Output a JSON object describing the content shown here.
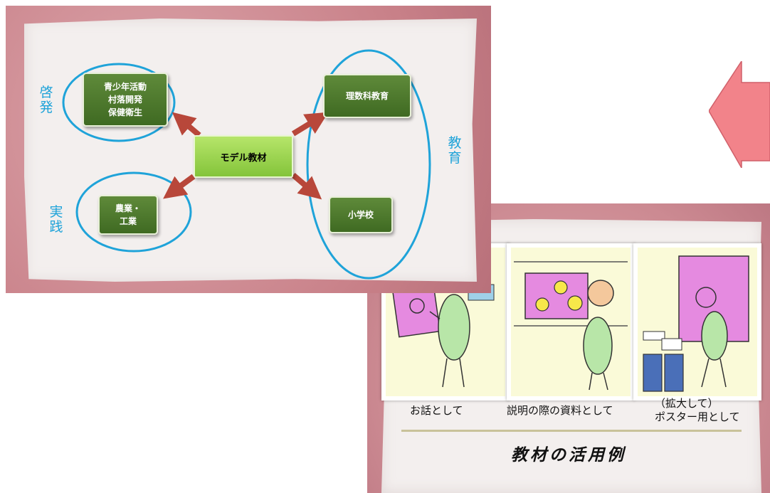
{
  "colors": {
    "frame_pink": "#c98a92",
    "paper": "#f3efee",
    "box_dark": "#4f7a2e",
    "box_center": "#9ed452",
    "arrow": "#b8473a",
    "ellipse": "#1fa3d9",
    "big_arrow": "#f2838a"
  },
  "diagram": {
    "center": "モデル教材",
    "box_youth": "青少年活動\n村落開発\n保健衛生",
    "box_science": "理数科教育",
    "box_agri": "農業・\n工業",
    "box_elementary": "小学校",
    "label_keihatsu": "啓\n発",
    "label_jissen": "実\n践",
    "label_kyoiku": "教\n育"
  },
  "usage_slide": {
    "captions": [
      "お話として",
      "説明の際の資料として",
      "（拡大して）\nポスター用として"
    ],
    "heading": "教材の活用例"
  }
}
